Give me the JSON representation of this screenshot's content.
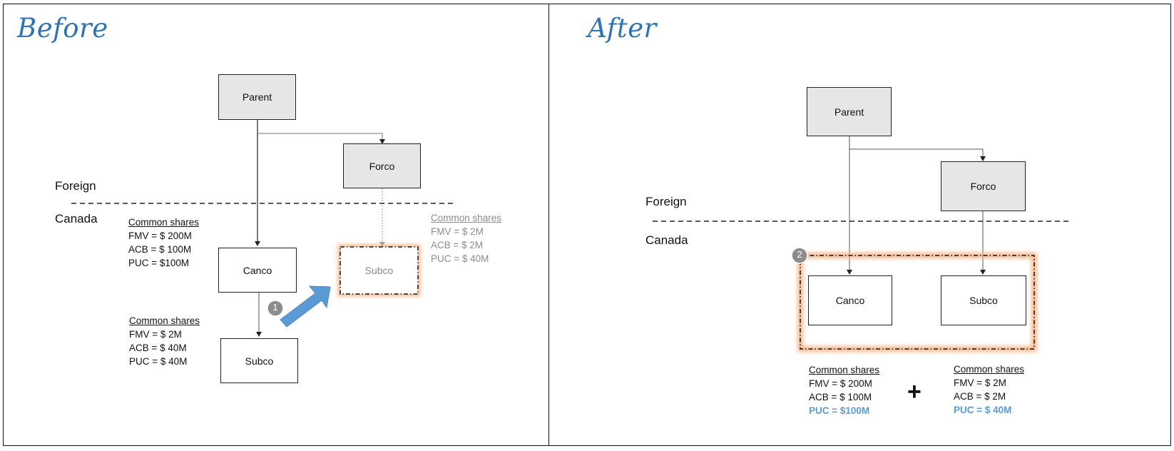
{
  "before": {
    "title": "Before",
    "foreign_label": "Foreign",
    "canada_label": "Canada",
    "parent": "Parent",
    "forco": "Forco",
    "canco": "Canco",
    "subco": "Subco",
    "subco_faded": "Subco",
    "step_badge": "1",
    "canco_shares": {
      "header": "Common shares",
      "fmv": "FMV = $ 200M",
      "acb": "ACB =  $ 100M",
      "puc": "PUC =  $100M"
    },
    "subco_shares": {
      "header": "Common shares",
      "fmv": "FMV = $ 2M",
      "acb": "ACB =  $ 40M",
      "puc": "PUC =  $ 40M"
    },
    "subco_faded_shares": {
      "header": "Common shares",
      "fmv": "FMV = $ 2M",
      "acb": "ACB =  $ 2M",
      "puc": "PUC =  $ 40M"
    }
  },
  "after": {
    "title": "After",
    "foreign_label": "Foreign",
    "canada_label": "Canada",
    "parent": "Parent",
    "forco": "Forco",
    "canco": "Canco",
    "subco": "Subco",
    "step_badge": "2",
    "plus": "+",
    "canco_shares": {
      "header": "Common shares",
      "fmv": "FMV = $ 200M",
      "acb": "ACB =  $ 100M",
      "puc": "PUC =  $100M"
    },
    "subco_shares": {
      "header": "Common shares",
      "fmv": "FMV = $ 2M",
      "acb": "ACB =  $ 2M",
      "puc": "PUC =  $ 40M"
    }
  },
  "colors": {
    "heading": "#2e74b5",
    "box_grey": "#e7e6e6",
    "highlight_glow": "#f4b183",
    "arrow_blue": "#5b9bd5",
    "badge_grey": "#8c8c8c",
    "puc_highlight": "#5b9bd5"
  }
}
